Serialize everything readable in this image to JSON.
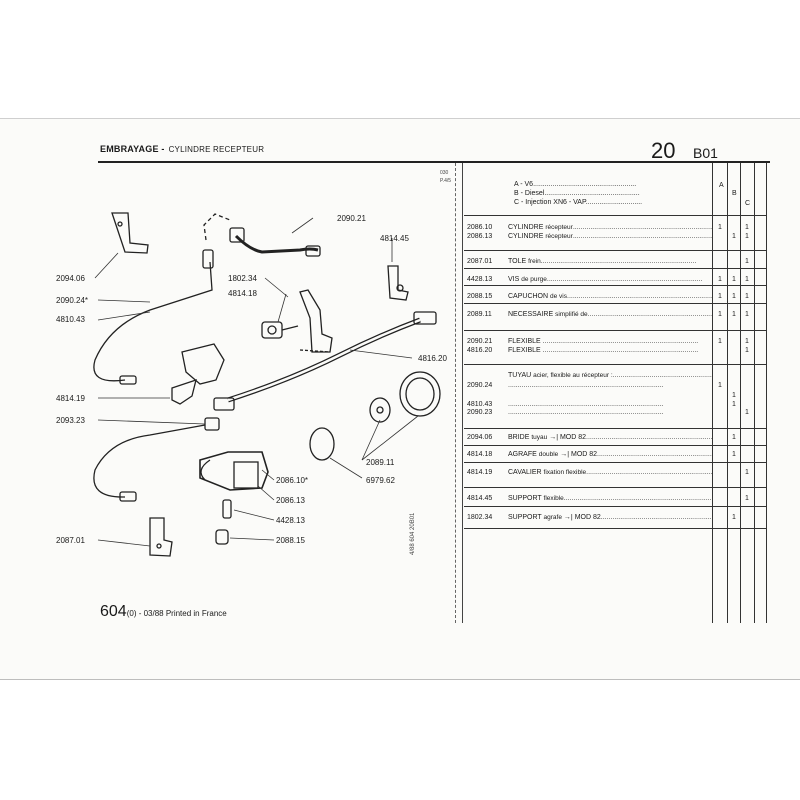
{
  "header": {
    "title": "EMBRAYAGE -",
    "subtitle": "CYLINDRE RECEPTEUR",
    "section_number": "20",
    "section_code": "B01"
  },
  "side_text": {
    "top": "030",
    "top2": "P.4/5",
    "vertical": "4/88  604  20B01"
  },
  "footer": {
    "model": "604",
    "rest": "(0) - 03/88 Printed in France"
  },
  "diagram_labels": [
    "2090.21",
    "4814.45",
    "2094.06",
    "1802.34",
    "4814.18",
    "2090.24*",
    "4810.43",
    "4816.20",
    "4814.19",
    "2093.23",
    "2089.11",
    "2086.10*",
    "6979.62",
    "2086.13",
    "4428.13",
    "2087.01",
    "2088.15"
  ],
  "columns": {
    "a": "A",
    "b": "B",
    "c": "C"
  },
  "legend": [
    "A - V6",
    "B - Diesel",
    "C - Injection XN6 - VAP"
  ],
  "parts": [
    {
      "code": "2086.10",
      "name": "CYLINDRE",
      "desc": "récepteur",
      "a": "1",
      "b": "",
      "c": "1"
    },
    {
      "code": "2086.13",
      "name": "CYLINDRE",
      "desc": "récepteur",
      "a": "",
      "b": "1",
      "c": "1"
    },
    {
      "code": "2087.01",
      "name": "TOLE",
      "desc": "frein",
      "a": "",
      "b": "",
      "c": "1"
    },
    {
      "code": "4428.13",
      "name": "VIS",
      "desc": "de purge",
      "a": "1",
      "b": "1",
      "c": "1"
    },
    {
      "code": "2088.15",
      "name": "CAPUCHON",
      "desc": "de vis",
      "a": "1",
      "b": "1",
      "c": "1"
    },
    {
      "code": "2089.11",
      "name": "NECESSAIRE",
      "desc": "simplifié de",
      "a": "1",
      "b": "1",
      "c": "1"
    },
    {
      "code": "2090.21",
      "name": "FLEXIBLE",
      "desc": "",
      "a": "1",
      "b": "",
      "c": "1"
    },
    {
      "code": "4816.20",
      "name": "FLEXIBLE",
      "desc": "",
      "a": "",
      "b": "",
      "c": "1"
    },
    {
      "code": "",
      "name": "TUYAU",
      "desc": "acier, flexible au récepteur :",
      "a": "",
      "b": "",
      "c": ""
    },
    {
      "code": "2090.24",
      "name": "",
      "desc": "",
      "a": "1",
      "b": "",
      "c": ""
    },
    {
      "code": "",
      "name": "",
      "desc": "",
      "a": "",
      "b": "1",
      "c": ""
    },
    {
      "code": "4810.43",
      "name": "",
      "desc": "",
      "a": "",
      "b": "1",
      "c": ""
    },
    {
      "code": "2090.23",
      "name": "",
      "desc": "",
      "a": "",
      "b": "",
      "c": "1"
    },
    {
      "code": "2094.06",
      "name": "BRIDE",
      "desc": "tuyau",
      "mod": "MOD 82",
      "a": "",
      "b": "1",
      "c": ""
    },
    {
      "code": "4814.18",
      "name": "AGRAFE",
      "desc": "double",
      "mod": "MOD 82",
      "a": "",
      "b": "1",
      "c": ""
    },
    {
      "code": "4814.19",
      "name": "CAVALIER",
      "desc": "fixation flexible",
      "a": "",
      "b": "",
      "c": "1"
    },
    {
      "code": "4814.45",
      "name": "SUPPORT",
      "desc": "flexible",
      "a": "",
      "b": "",
      "c": "1"
    },
    {
      "code": "1802.34",
      "name": "SUPPORT",
      "desc": "agrafe",
      "mod": "MOD 82",
      "a": "",
      "b": "1",
      "c": ""
    }
  ]
}
